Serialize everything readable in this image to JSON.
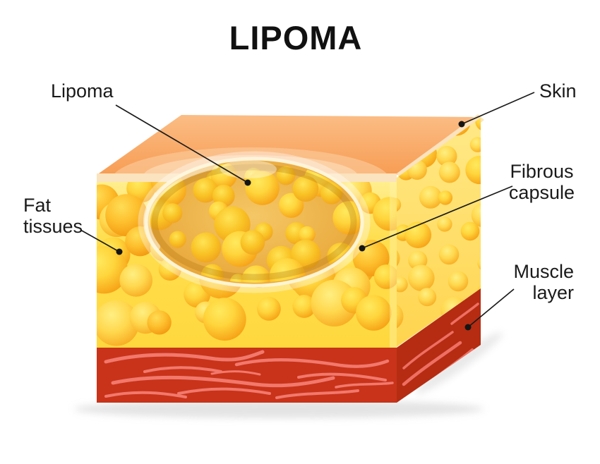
{
  "title": "LIPOMA",
  "labels": {
    "lipoma": "Lipoma",
    "skin": "Skin",
    "fat_tissues": "Fat\ntissues",
    "fibrous_capsule": "Fibrous\ncapsule",
    "muscle_layer": "Muscle\nlayer"
  },
  "colors": {
    "background": "#FFFFFF",
    "skin_top": "#F8A25C",
    "skin_edge_band": "#FAE3BE",
    "fat_background": "#FFD83E",
    "fat_bubble": "#F9A91F",
    "lipoma_fill": "#E9A93C",
    "capsule_rim": "#FFF6DC",
    "muscle_front": "#C8331A",
    "muscle_side": "#B52C12",
    "muscle_fiber": "#F2786C",
    "label_text": "#1A1A1A"
  }
}
